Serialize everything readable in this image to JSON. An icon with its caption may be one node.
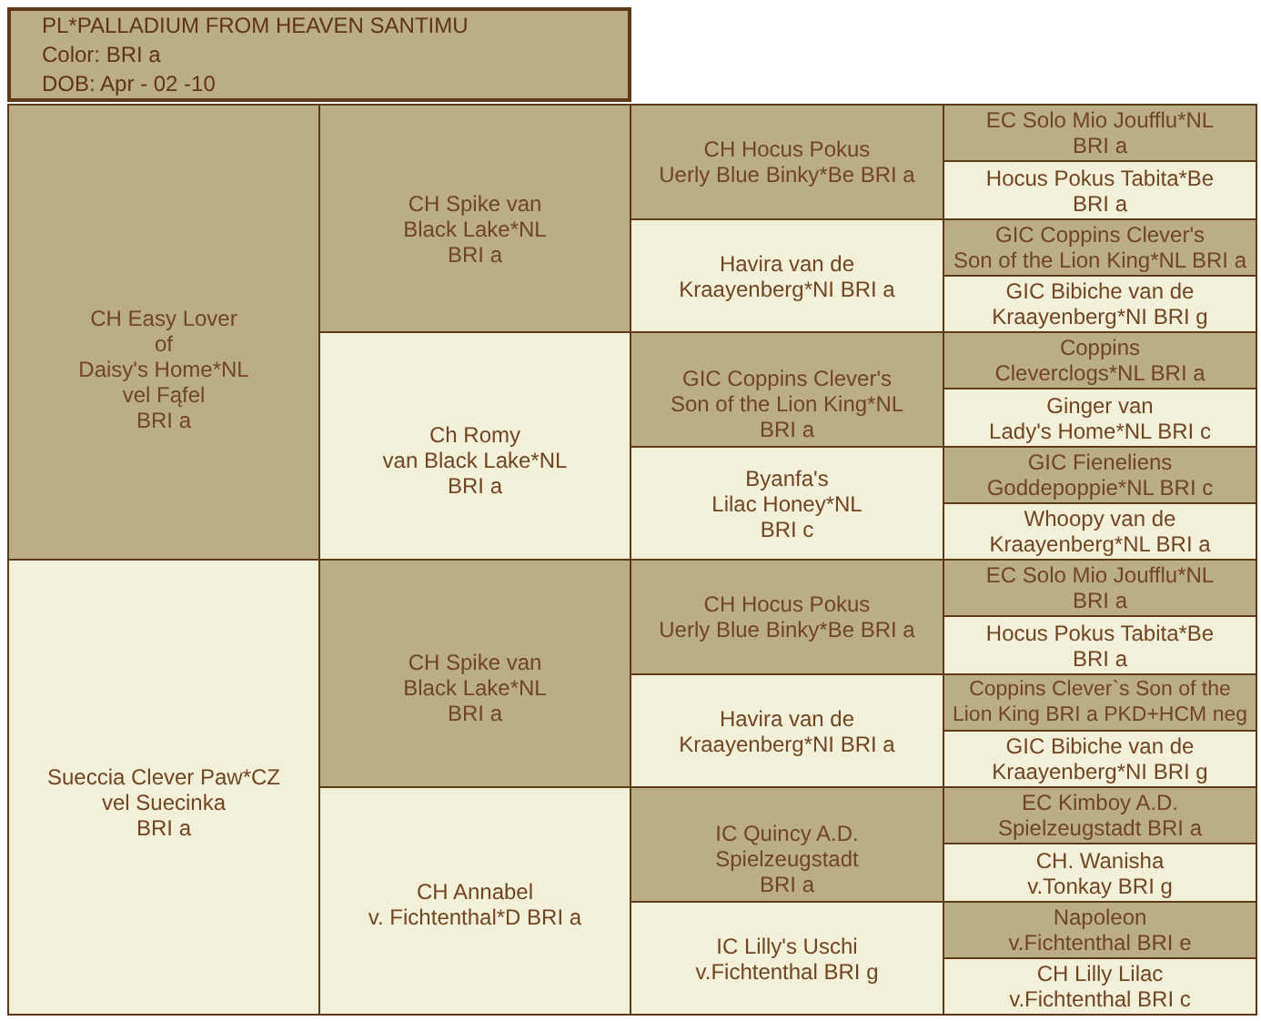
{
  "diagram": {
    "nodes": [
      {
        "text": [
          "PL*PALLADIUM FROM HEAVEN SANTIMU",
          "Color: BRI a",
          "DOB: Apr - 02 -10"
        ]
      },
      {
        "text": [
          "CH Easy Lover of Daisy's Home*NL vel Fąfel BRI a"
        ]
      },
      {
        "text": [
          "CH Spike van Black Lake*NL BRI a"
        ]
      },
      {
        "text": [
          "CH Hocus Pokus Uerly Blue Binky*Be BRI a"
        ]
      },
      {
        "text": [
          "EC Solo Mio Joufflu*NL BRI a"
        ]
      },
      {
        "text": [
          "Hocus Pokus Tabita*Be BRI a"
        ]
      },
      {
        "text": [
          "Havira van de Kraayenberg*NI BRI a"
        ]
      },
      {
        "text": [
          "GIC Coppins Clever's Son of the Lion King*NL BRI a"
        ]
      },
      {
        "text": [
          "GIC Bibiche van de Kraayenberg*NI BRI g"
        ]
      },
      {
        "text": [
          "Ch Romy van Black Lake*NL BRI a"
        ]
      },
      {
        "text": [
          "GIC Coppins Clever's Son of the Lion King*NL BRI a"
        ]
      },
      {
        "text": [
          "Coppins Cleverclogs*NL BRI a"
        ]
      },
      {
        "text": [
          "Ginger van Lady's Home*NL BRI c"
        ]
      },
      {
        "text": [
          "Byanfa's Lilac Honey*NL BRI c"
        ]
      },
      {
        "text": [
          "GIC Fieneliens Goddepoppie*NL BRI c"
        ]
      },
      {
        "text": [
          "Whoopy van de Kraayenberg*NL BRI a"
        ]
      },
      {
        "text": [
          "Sueccia Clever Paw*CZ vel Suecinka BRI a"
        ]
      },
      {
        "text": [
          "CH Spike van Black Lake*NL BRI a"
        ]
      },
      {
        "text": [
          "CH Hocus Pokus Uerly Blue Binky*Be BRI a"
        ]
      },
      {
        "text": [
          "EC Solo Mio Joufflu*NL BRI a"
        ]
      },
      {
        "text": [
          "Hocus Pokus Tabita*Be BRI a"
        ]
      },
      {
        "text": [
          "Havira van de Kraayenberg*NI BRI a"
        ]
      },
      {
        "text": [
          "Coppins Clever`s Son of the Lion King BRI a PKD+HCM neg"
        ]
      },
      {
        "text": [
          "GIC Bibiche van de Kraayenberg*NI BRI g"
        ]
      },
      {
        "text": [
          "CH Annabel v. Fichtenthal*D BRI a"
        ]
      },
      {
        "text": [
          "IC Quincy A.D. Spielzeugstadt BRI a"
        ]
      },
      {
        "text": [
          "EC Kimboy A.D. Spielzeugstadt BRI a"
        ]
      },
      {
        "text": [
          "CH. Wanisha v.Tonkay BRI g"
        ]
      },
      {
        "text": [
          "IC Lilly's Uschi v.Fichtenthal BRI g"
        ]
      },
      {
        "text": [
          "Napoleon v.Fichtenthal BRI e"
        ]
      },
      {
        "text": [
          "CH Lilly Lilac v.Fichtenthal BRI c"
        ]
      }
    ]
  }
}
